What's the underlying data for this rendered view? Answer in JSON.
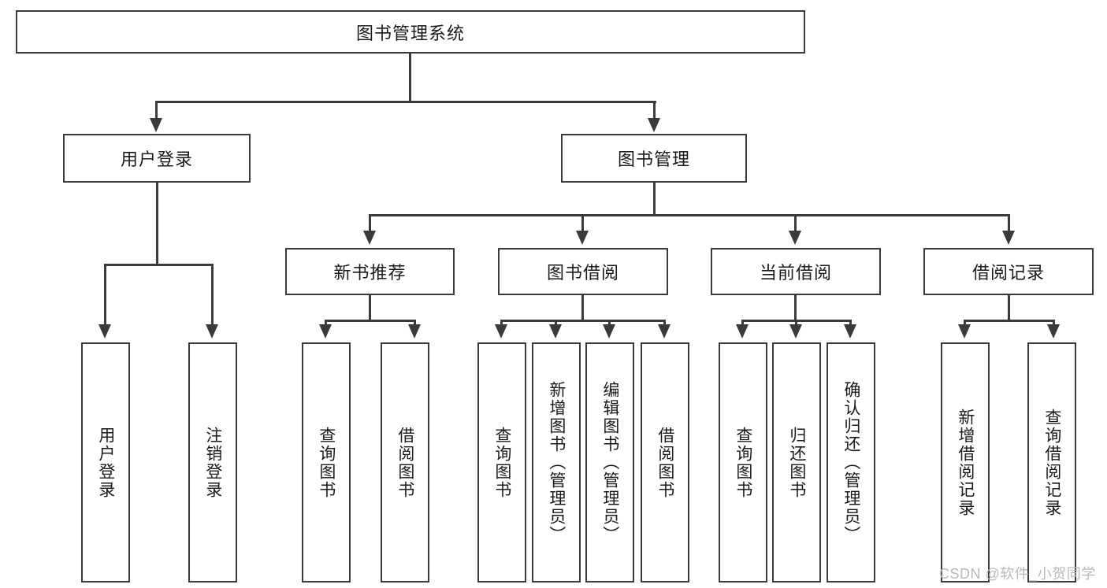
{
  "diagram": {
    "title": "图书管理系统",
    "type": "hierarchy-tree",
    "levels": 4,
    "root": {
      "label": "图书管理系统"
    },
    "level2": [
      {
        "label": "用户登录"
      },
      {
        "label": "图书管理"
      }
    ],
    "level3": [
      {
        "label": "新书推荐"
      },
      {
        "label": "图书借阅"
      },
      {
        "label": "当前借阅"
      },
      {
        "label": "借阅记录"
      }
    ],
    "leaves": {
      "user_login": [
        {
          "label": "用户登录"
        },
        {
          "label": "注销登录"
        }
      ],
      "new_book_rec": [
        {
          "label": "查询图书"
        },
        {
          "label": "借阅图书"
        }
      ],
      "book_borrow": [
        {
          "label": "查询图书"
        },
        {
          "label": "新增图书（管理员）"
        },
        {
          "label": "编辑图书（管理员）"
        },
        {
          "label": "借阅图书"
        }
      ],
      "current_borrow": [
        {
          "label": "查询图书"
        },
        {
          "label": "归还图书"
        },
        {
          "label": "确认归还（管理员）"
        }
      ],
      "borrow_record": [
        {
          "label": "新增借阅记录"
        },
        {
          "label": "查询借阅记录"
        }
      ]
    }
  },
  "watermark": {
    "text": "CSDN @软件_小贺同学"
  },
  "colors": {
    "stroke": "#3a3a3a",
    "background": "#ffffff",
    "text": "#1a1a1a",
    "watermark": "#b9b9b9"
  }
}
